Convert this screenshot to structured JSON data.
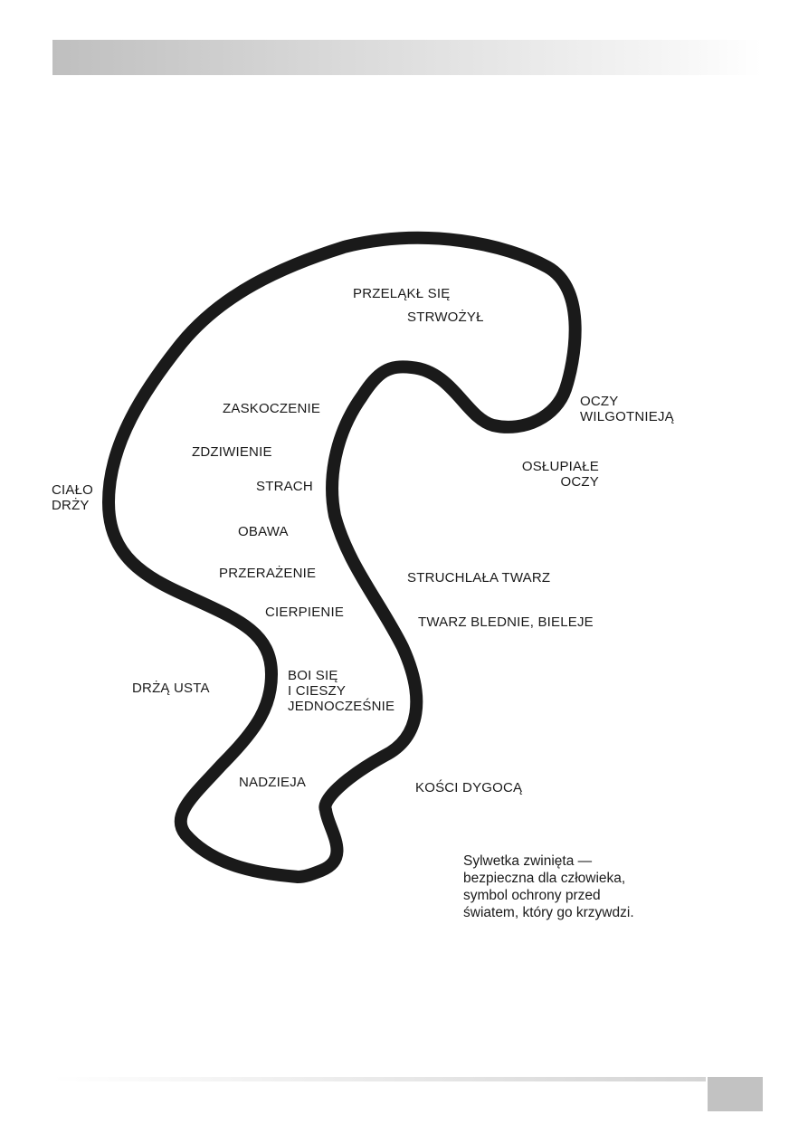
{
  "labels": {
    "przelakl": "PRZELĄKŁ SIĘ",
    "strwozyl": "STRWOŻYŁ",
    "oczy_wilgotnieja": "OCZY\nWILGOTNIEJĄ",
    "zaskoczenie": "ZASKOCZENIE",
    "zdziwienie": "ZDZIWIENIE",
    "strach": "STRACH",
    "oslupiale": "OSŁUPIAŁE\nOCZY",
    "cialo": "CIAŁO\nDRŻY",
    "obawa": "OBAWA",
    "przerazenie": "PRZERAŻENIE",
    "struchlala": "STRUCHLAŁA TWARZ",
    "cierpienie": "CIERPIENIE",
    "twarz_blednie": "TWARZ BLEDNIE, BIELEJE",
    "boi_sie": "BOI SIĘ\nI CIESZY\nJEDNOCZEŚNIE",
    "drza_usta": "DRŻĄ USTA",
    "nadzieja": "NADZIEJA",
    "kosci": "KOŚCI DYGOCĄ"
  },
  "caption": "Sylwetka zwinięta —\nbezpieczna dla człowieka,\nsymbol ochrony przed\nświatem, który go krzywdzi.",
  "colors": {
    "outline": "#1a1a1a",
    "header_gray": "#bfbfbf",
    "page_box": "#c2c2c2"
  }
}
